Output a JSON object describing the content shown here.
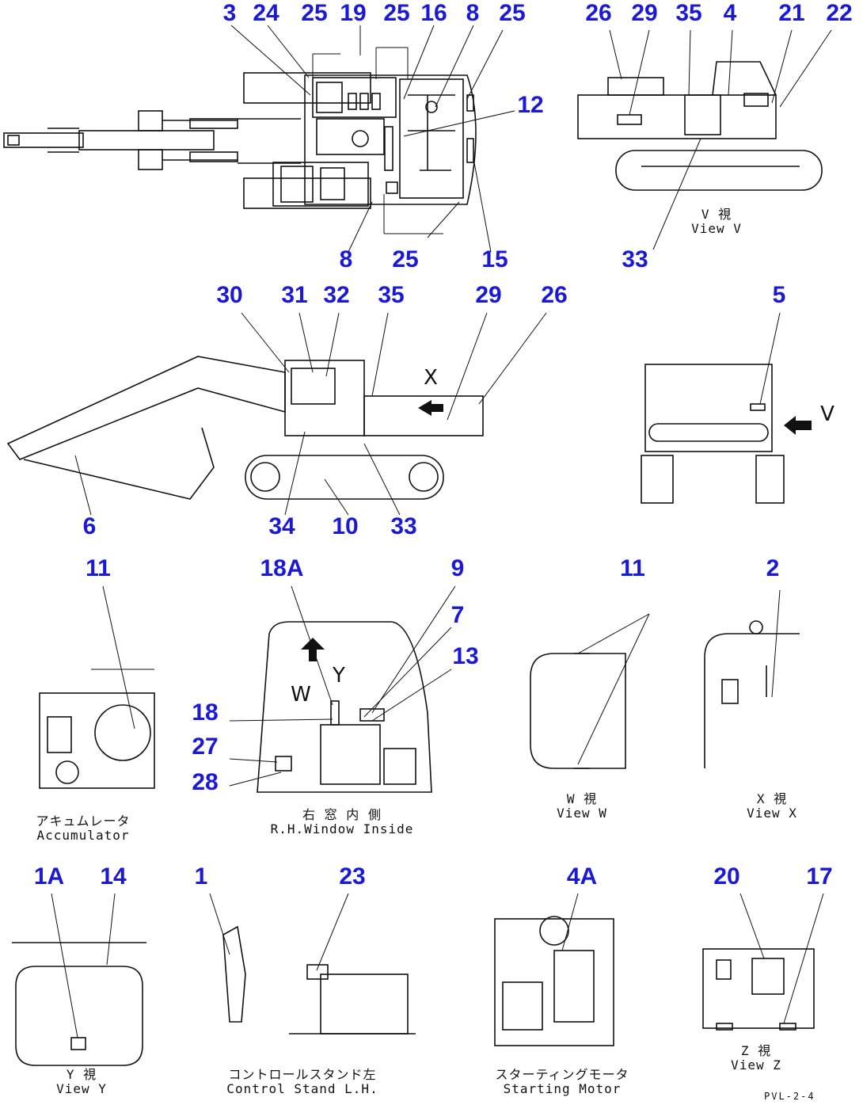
{
  "callouts": {
    "top_plan": [
      "3",
      "24",
      "25",
      "19",
      "25",
      "16",
      "8",
      "25",
      "12",
      "8",
      "25",
      "15"
    ],
    "view_v": [
      "26",
      "29",
      "35",
      "4",
      "21",
      "22",
      "33"
    ],
    "side_view": [
      "30",
      "31",
      "32",
      "35",
      "29",
      "26",
      "6",
      "34",
      "10",
      "33"
    ],
    "rear_view": [
      "5"
    ],
    "accumulator": [
      "11"
    ],
    "window": [
      "18A",
      "9",
      "7",
      "13",
      "18",
      "27",
      "28"
    ],
    "view_w": [
      "11"
    ],
    "view_x": [
      "2"
    ],
    "view_y": [
      "1A",
      "14"
    ],
    "control_stand": [
      "1",
      "23"
    ],
    "starting_motor": [
      "4A"
    ],
    "view_z": [
      "20",
      "17"
    ]
  },
  "view_letters": {
    "rear_arrow": "V",
    "side_x": "X",
    "window_w": "W",
    "window_y": "Y"
  },
  "captions": {
    "view_v": [
      "V 視",
      "View V"
    ],
    "accumulator": [
      "アキュムレータ",
      "Accumulator"
    ],
    "window": [
      "右 窓 内 側",
      "R.H.Window Inside"
    ],
    "view_w": [
      "W 視",
      "View W"
    ],
    "view_x": [
      "X 視",
      "View X"
    ],
    "view_y": [
      "Y 視",
      "View Y"
    ],
    "control_stand": [
      "コントロールスタンド左",
      "Control Stand L.H."
    ],
    "starting_motor": [
      "スターティングモータ",
      "Starting Motor"
    ],
    "view_z": [
      "Z 視",
      "View Z"
    ]
  },
  "drawing_code": "PVL-2-4",
  "colors": {
    "callout": "#1a1ad6",
    "linework": "#111111",
    "background": "#ffffff"
  }
}
